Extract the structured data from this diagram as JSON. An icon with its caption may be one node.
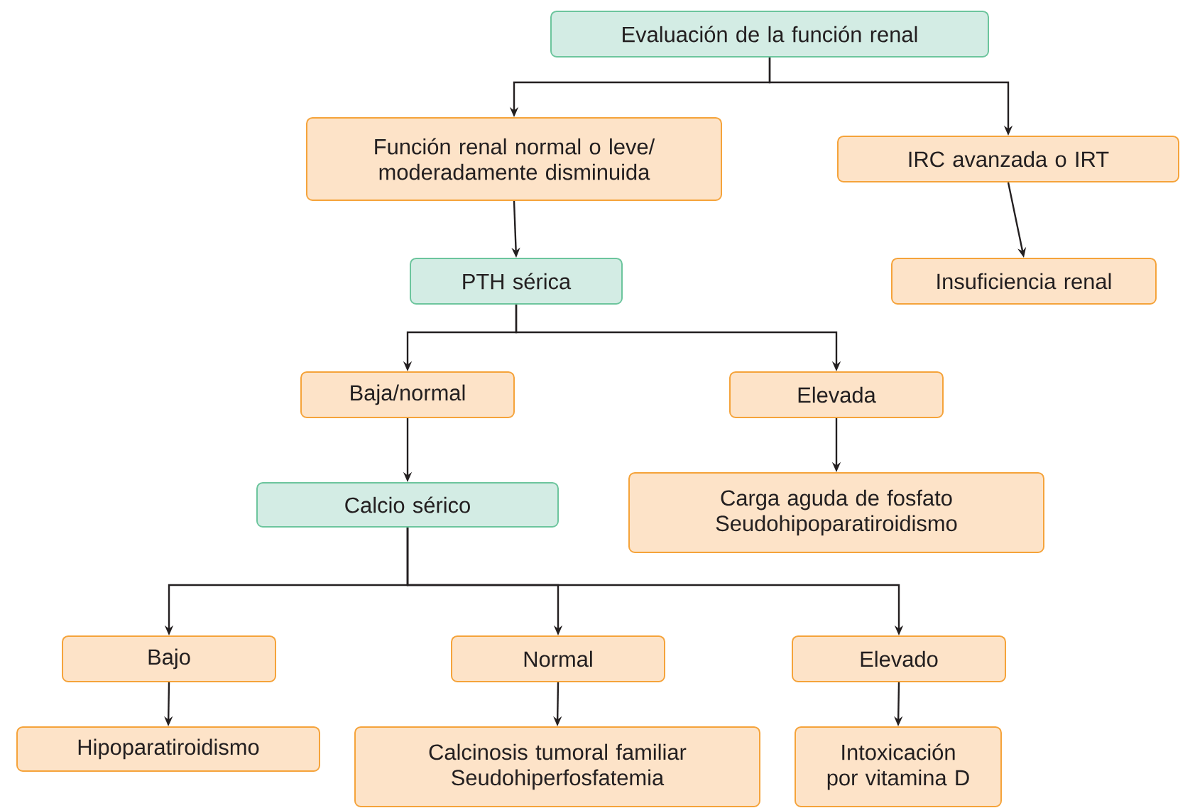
{
  "diagram": {
    "nodes": [
      {
        "text": [
          "Evaluación de la función renal"
        ]
      },
      {
        "text": [
          "Función renal normal o leve/ moderadamente disminuida"
        ]
      },
      {
        "text": [
          "IRC avanzada o IRT"
        ]
      },
      {
        "text": [
          "Insuficiencia renal"
        ]
      },
      {
        "text": [
          "PTH sérica"
        ]
      },
      {
        "text": [
          "Baja/normal"
        ]
      },
      {
        "text": [
          "Elevada"
        ]
      },
      {
        "text": [
          "Calcio sérico"
        ]
      },
      {
        "text": [
          "Carga aguda de fosfato",
          "Seudohipoparatiroidismo"
        ]
      },
      {
        "text": [
          "Bajo"
        ]
      },
      {
        "text": [
          "Normal"
        ]
      },
      {
        "text": [
          "Elevado"
        ]
      },
      {
        "text": [
          "Hipoparatiroidismo"
        ]
      },
      {
        "text": [
          "Calcinosis tumoral familiar",
          "Seudohiperfosfatemia"
        ]
      },
      {
        "text": [
          "Intoxicación por vitamina D"
        ]
      }
    ],
    "edges": [
      {
        "from": 0,
        "to": 1,
        "arrow": "to"
      },
      {
        "from": 0,
        "to": 2,
        "arrow": "to"
      },
      {
        "from": 1,
        "to": 4,
        "arrow": "to"
      },
      {
        "from": 2,
        "to": 3,
        "arrow": "to"
      },
      {
        "from": 4,
        "to": 5,
        "arrow": "to"
      },
      {
        "from": 4,
        "to": 6,
        "arrow": "to"
      },
      {
        "from": 5,
        "to": 7,
        "arrow": "to"
      },
      {
        "from": 6,
        "to": 8,
        "arrow": "to"
      },
      {
        "from": 7,
        "to": 9,
        "arrow": "to"
      },
      {
        "from": 7,
        "to": 10,
        "arrow": "to"
      },
      {
        "from": 7,
        "to": 11,
        "arrow": "to"
      },
      {
        "from": 9,
        "to": 12,
        "arrow": "to"
      },
      {
        "from": 10,
        "to": 13,
        "arrow": "to"
      },
      {
        "from": 11,
        "to": 14,
        "arrow": "to"
      }
    ]
  }
}
